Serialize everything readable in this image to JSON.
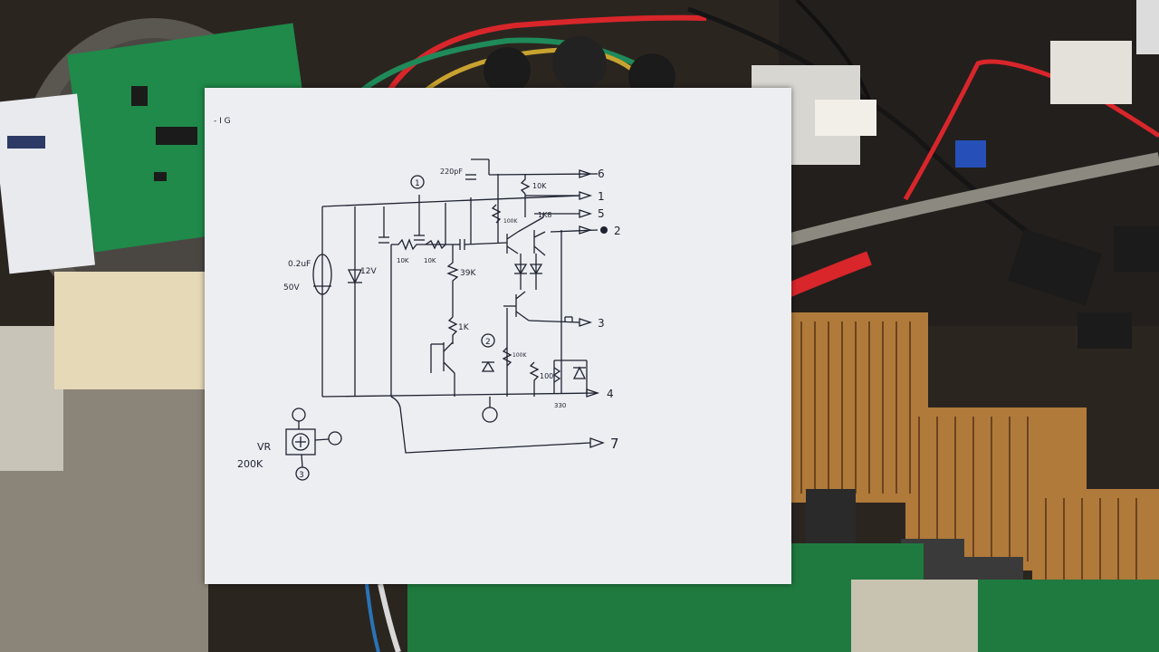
{
  "photo": {
    "subject": "hand-drawn amplifier schematic on paper over electronics workbench",
    "paper_header": "- I G",
    "node_labels": [
      "6",
      "1",
      "5",
      "2",
      "3",
      "4",
      "7"
    ],
    "circled_labels": [
      "1",
      "2",
      "3"
    ],
    "component_labels": {
      "cap_220pf": "220pF",
      "res_10k_top": "10K",
      "res_1k8": "1K8",
      "res_100k": "100K",
      "cap_input": "0.2uF",
      "voltage_50v": "50V",
      "zener_12v": "12V",
      "res_10k_a": "10K",
      "res_10k_b": "10K",
      "res_39k": "39K",
      "res_1k": "1K",
      "res_100k_b": "100K",
      "res_100": "100",
      "res_330": "330"
    },
    "vr_label": "VR",
    "vr_value": "200K",
    "colors": {
      "paper": "#eceef2",
      "ink": "#1e2230",
      "pcb_green": "#1f8a4a",
      "heatsink": "#b07a3a",
      "wire_red": "#d8262b",
      "wire_green": "#1f8a5a"
    }
  }
}
